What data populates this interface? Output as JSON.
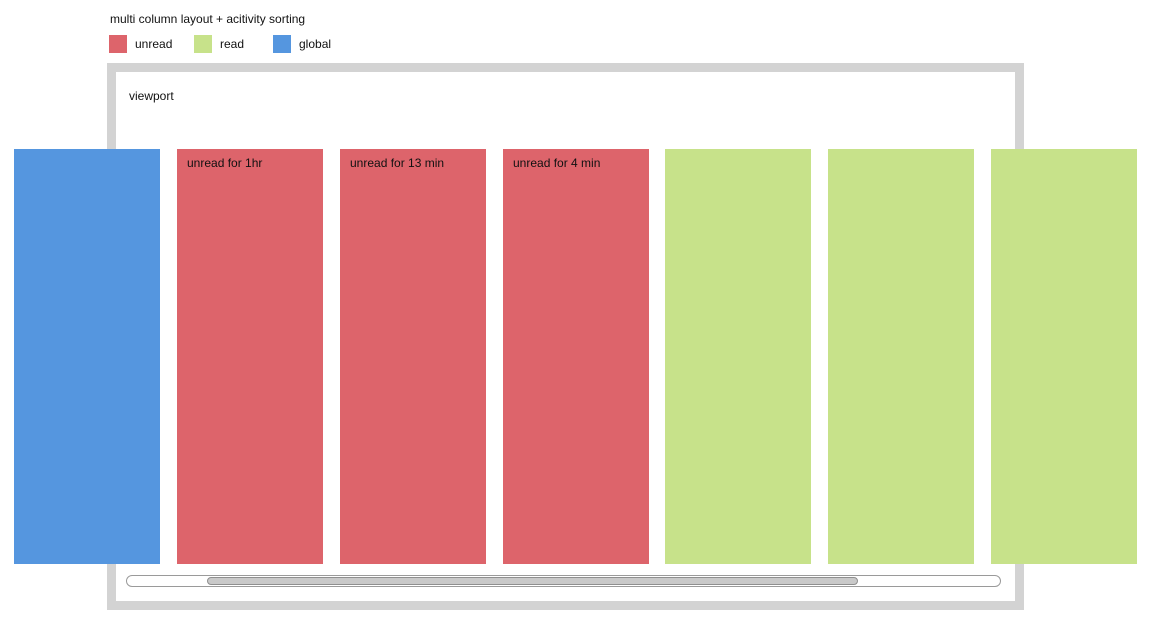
{
  "title": "multi column layout + acitivity sorting",
  "legend": [
    {
      "key": "unread",
      "label": "unread",
      "color": "#dd646b"
    },
    {
      "key": "read",
      "label": "read",
      "color": "#c7e28a"
    },
    {
      "key": "global",
      "label": "global",
      "color": "#5596df"
    }
  ],
  "viewport": {
    "label": "viewport",
    "border_color": "#d3d3d3"
  },
  "columns": [
    {
      "kind": "global",
      "label": "",
      "color": "#5596df"
    },
    {
      "kind": "unread",
      "label": "unread for 1hr",
      "color": "#dd646b"
    },
    {
      "kind": "unread",
      "label": "unread for 13 min",
      "color": "#dd646b"
    },
    {
      "kind": "unread",
      "label": "unread for 4 min",
      "color": "#dd646b"
    },
    {
      "kind": "read",
      "label": "",
      "color": "#c7e28a"
    },
    {
      "kind": "read",
      "label": "",
      "color": "#c7e28a"
    },
    {
      "kind": "read",
      "label": "",
      "color": "#c7e28a"
    }
  ]
}
